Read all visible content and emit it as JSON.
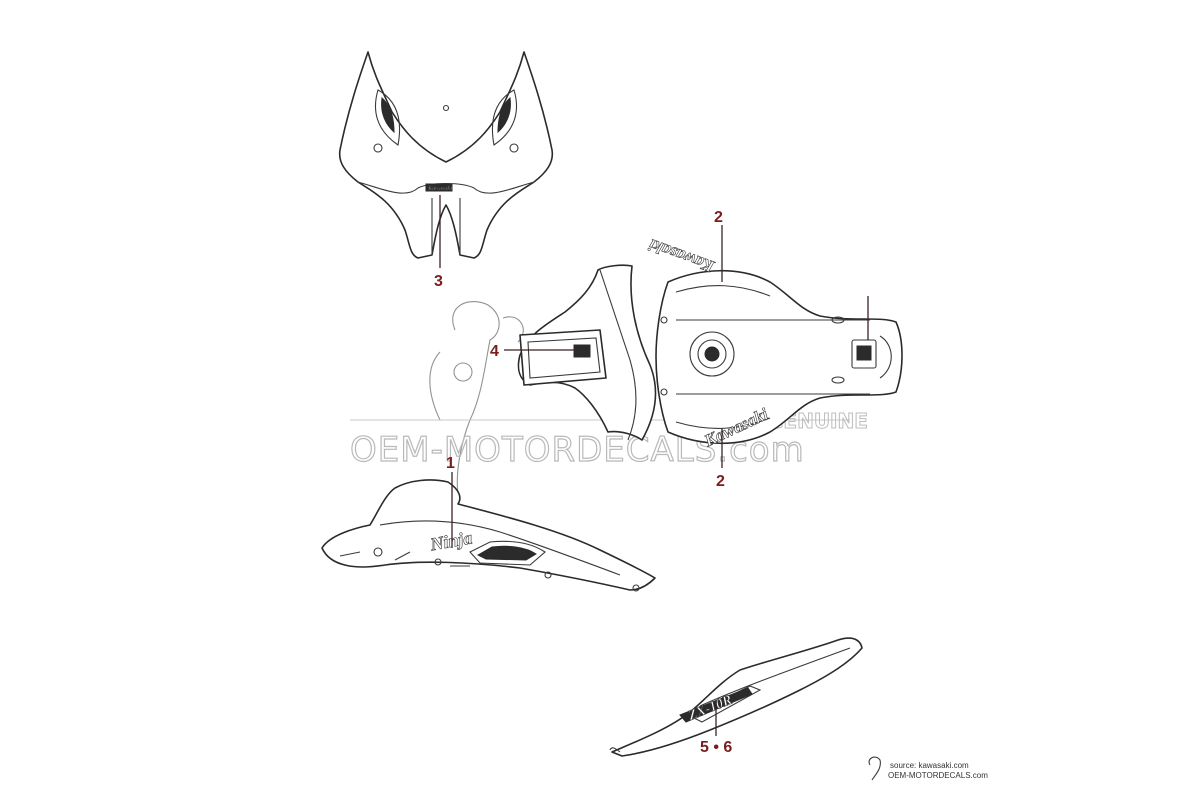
{
  "watermark": {
    "brand": "OEM-MOTORDECALS.com",
    "genuine": "GENUINE"
  },
  "callouts": {
    "c1": "1",
    "c2_top": "2",
    "c2_bottom": "2",
    "c3": "3",
    "c4": "4",
    "c56": "5 • 6"
  },
  "decals": {
    "tank_top": "Kawasaki",
    "tank_bottom": "Kawasaki",
    "side_fairing": "Ninja",
    "tail": "ZX-10R",
    "front_cowl": "Kawasaki"
  },
  "credits": {
    "source": "source: kawasaki.com",
    "site": "OEM-MOTORDECALS.com"
  }
}
